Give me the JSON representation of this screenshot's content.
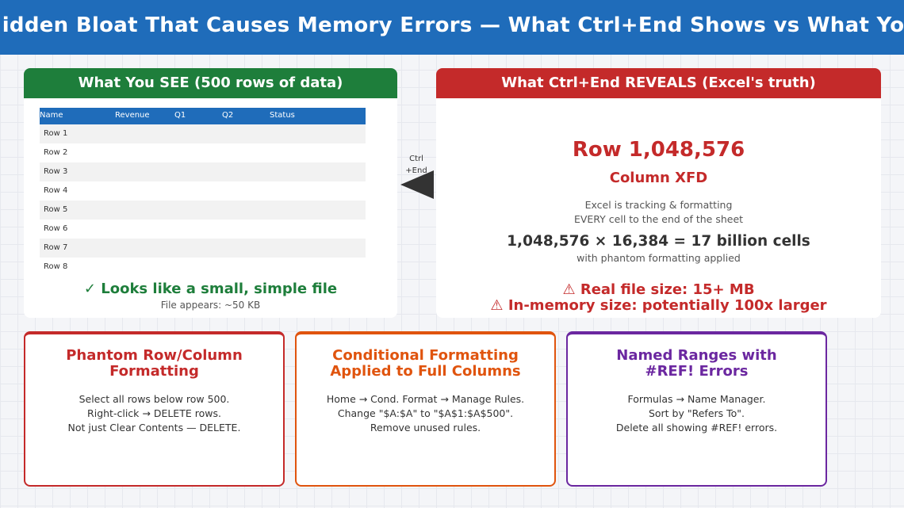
{
  "banner": {
    "title": "The Hidden Bloat That Causes Memory Errors — What Ctrl+End Shows vs What You See"
  },
  "left_panel": {
    "title": "What You SEE (500 rows of data)",
    "headers": [
      "Name",
      "Revenue",
      "Q1",
      "Q2",
      "Status"
    ],
    "rows": [
      "Row 1",
      "Row 2",
      "Row 3",
      "Row 4",
      "Row 5",
      "Row 6",
      "Row 7",
      "Row 8"
    ],
    "verdict": "✓ Looks like a small, simple file",
    "file_size": "File appears: ~50 KB"
  },
  "arrow": {
    "line1": "Ctrl",
    "line2": "+End"
  },
  "right_panel": {
    "title": "What Ctrl+End REVEALS (Excel's truth)",
    "row": "Row 1,048,576",
    "column": "Column XFD",
    "desc_line1": "Excel is tracking & formatting",
    "desc_line2": "EVERY cell to the end of the sheet",
    "formula": "1,048,576 × 16,384 = 17 billion cells",
    "phantom": "with phantom formatting applied",
    "warn1": "⚠  Real file size: 15+ MB",
    "warn2": "⚠  In-memory size: potentially 100x larger"
  },
  "cards": [
    {
      "title_line1": "Phantom Row/Column",
      "title_line2": "Formatting",
      "lines": [
        "Select all rows below row 500.",
        "Right-click → DELETE rows.",
        "Not just Clear Contents — DELETE."
      ]
    },
    {
      "title_line1": "Conditional Formatting",
      "title_line2": "Applied to Full Columns",
      "lines": [
        "Home → Cond. Format → Manage Rules.",
        "Change \"$A:$A\" to \"$A$1:$A$500\".",
        "Remove unused rules."
      ]
    },
    {
      "title_line1": "Named Ranges with",
      "title_line2": "#REF! Errors",
      "lines": [
        "Formulas → Name Manager.",
        "Sort by \"Refers To\".",
        "Delete all showing #REF! errors."
      ]
    }
  ],
  "colors": {
    "banner": "#1f6cba",
    "green": "#1e7e3b",
    "red": "#c42a2a",
    "orange": "#e0540e",
    "purple": "#6b27a0"
  }
}
